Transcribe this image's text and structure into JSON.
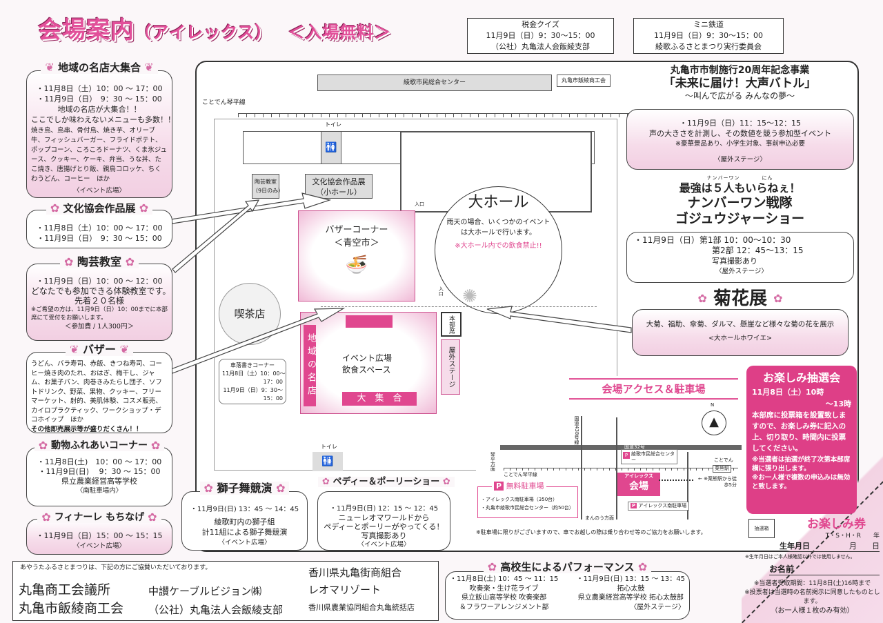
{
  "title": {
    "main": "会場案内",
    "sub": "（アイレックス）",
    "free": "＜入場無料＞"
  },
  "top_boxes": [
    {
      "title": "税金クイズ",
      "time": "11月9日（日）9：30～15：00",
      "org": "（公社）丸亀法人会飯綾支部"
    },
    {
      "title": "ミニ鉄道",
      "time": "11月9日（日）9：30～15：00",
      "org": "綾歌ふるさとまつり実行委員会"
    }
  ],
  "left": {
    "meiten": {
      "title": "地域の名店大集合",
      "lines": [
        "・11月8日（土）10：00 ～ 17：00",
        "・11月9日（日）　9：30 ～ 15：00",
        "地域の名店が大集合！！",
        "ここでしか味わえないメニューも多数！！"
      ],
      "menu": "焼き鳥、鳥串、骨付鳥、焼き芋、オリーブ牛、フィッシュバーガー、フライドポテト、ポップコーン、ころころドーナツ、くま氷ジュース、クッキー、ケーキ、弁当、うな丼、たこ焼き、唐揚げとり飯、親鳥コロッケ、ちくわうどん、コーヒー　ほか",
      "place": "〈イベント広場〉"
    },
    "bunka": {
      "title": "文化協会作品展",
      "lines": [
        "・11月8日（土）10：00 ～ 17：00",
        "・11月9日（日）　9：30 ～ 15：00"
      ]
    },
    "tougei": {
      "title": "陶芸教室",
      "lines": [
        "・11月9日（日）10：00 ～ 12：00",
        "どなたでも参加できる体験教室です。",
        "先着２０名様"
      ],
      "note": "※ご希望の方は、11月9日（日）10：00までに本部席にて受付をお願いします。",
      "fee": "＜参加費 / 1人300円＞"
    },
    "bazaar": {
      "title": "バザー",
      "text": "うどん、バラ寿司、赤飯、きつね寿司、コーヒー焼き肉のたれ、おはぎ、梅干し、ジャム、お菓子パン、肉巻きみたらし団子、ソフトドリンク、野菜、果物、クッキー、フリーマーケット、射的、美肌体験、コスメ販売、カイロプラクティック、ワークショップ・デコホイップ　ほか",
      "bold": "その他即売展示等が盛りだくさん！！"
    },
    "animal": {
      "title": "動物ふれあいコーナー",
      "lines": [
        "・11月8日(土)　10：00 ～ 17：00",
        "・11月9日(日)　 9：30 ～ 15：00",
        "県立農業経営高等学校"
      ],
      "place": "〈南駐車場内〉"
    },
    "finale": {
      "title": "フィナーレ もちなげ",
      "lines": [
        "・11月9日（日）15：00 ～ 15：15"
      ],
      "place": "〈イベント広場〉"
    }
  },
  "map": {
    "center": "綾歌市民総合センター",
    "shokokai": "丸亀市飯綾商工会",
    "rail": "ことでん琴平線",
    "toilet": "トイレ",
    "tougei_room": [
      "陶芸教室",
      "（9日のみ）"
    ],
    "bunka_room": [
      "文化協会作品展",
      "（小ホール）"
    ],
    "entrance": "入口",
    "hall": "大ホール",
    "hall_text": "雨天の場合、いくつかのイベントは大ホールで行います。",
    "hall_warn": "※大ホール内での飲食禁止!!",
    "bazaar": [
      "バザーコーナー",
      "＜青空市＞"
    ],
    "kissa": "喫茶店",
    "rakugaki": {
      "title": "車落書きコーナー",
      "lines": [
        "11月8日（土）10：00～",
        "17：00",
        "11月9日（日）9：30～",
        "15：00"
      ]
    },
    "event": [
      "イベント広場",
      "飲食スペース"
    ],
    "meiten_v": "地域の名店",
    "daishugo": "大　集　合",
    "honbu": "本部席",
    "stage": "屋外ステージ"
  },
  "right": {
    "oogoe": {
      "pre": "丸亀市市制施行20周年記念事業",
      "title": "「未来に届け！大声バトル」",
      "sub": "～叫んで広がる みんなの夢～",
      "lines": [
        "・11月9日（日）11：15～12：15",
        "声の大きさを計測し、その数値を競う参加型イベント",
        "※豪華景品あり、小学生対象、事前申込必要"
      ],
      "place": "〈屋外ステージ〉"
    },
    "gojuu": {
      "ruby1": "ナンバーワン",
      "ruby2": "にん",
      "catch": "最強は５人もいらねぇ！",
      "title1": "ナンバーワン戦隊",
      "title2": "ゴジュウジャーショー",
      "lines": [
        "・11月9日（日）第1部 10：00～10：30",
        "第2部 12：45～13：15",
        "写真撮影あり"
      ],
      "place": "〈屋外ステージ〉"
    },
    "kiku": {
      "title": "菊花展",
      "text": "大菊、福助、傘菊、ダルマ、懸崖など様々な菊の花を展示",
      "place": "<大ホールホワイエ>"
    }
  },
  "access": {
    "title": "会場アクセス＆駐車場",
    "north": "N",
    "route438": "国道438号線",
    "route32": "国道32号",
    "kotohira": "琴平方面",
    "manno": "まんのう方面",
    "rail": "ことでん琴平線",
    "kotoden": "ことでん",
    "station": "栗熊駅",
    "civic": "綾歌市民総合センター",
    "venue_sub": "アイレックス",
    "venue": "会場",
    "south_parking": "アイレックス南駐車場",
    "walk": "← ※栗熊駅から徒歩5分",
    "parking_title": "無料駐車場",
    "parking": [
      "・アイレックス南駐車場（350台）",
      "・丸亀市綾歌市民総合センター（約50台）"
    ],
    "note": "※駐車場に限りがございますので、車でお越しの際は乗り合わせ等のご協力をお願いします。"
  },
  "shishi": {
    "title": "獅子舞競演",
    "time": "・11月9日(日) 13：45 ～ 14：45",
    "lines": [
      "綾歌町内の獅子組",
      "計11組による獅子舞競演"
    ],
    "place": "〈イベント広場〉"
  },
  "peddy": {
    "title1": "ペディー＆",
    "title2": "ポーリーショー",
    "time": "・11月9日(日) 12：15 ～ 12：45",
    "lines": [
      "ニューレオマワールドから",
      "ペディーとポーリーがやってくる！",
      "写真撮影あり"
    ],
    "place": "〈イベント広場〉"
  },
  "lottery": {
    "title": "お楽しみ抽選会",
    "time1": "11月8日（土）10時",
    "time2": "～13時",
    "text": "本部席に投票箱を設置致しますので、お楽しみ券に記入の上、切り取り、時間内に投票してください。",
    "note1": "※当選者は抽選が終了次第本部席横に張り出します。",
    "note2": "※お一人様で複数の申込みは無効と致します。",
    "box": "抽選箱"
  },
  "ticket": {
    "title": "お楽しみ券",
    "era": "T・S・H・R　　年",
    "birth": "生年月日",
    "md": "月　　日",
    "privacy": "※生年月日はご本人様確認以外では使用しません。",
    "name": "お名前",
    "period": "※当選者受取期間：11月8日(土)16時まで",
    "consent": "※投票者は当選時の名前掲示に同意したものとします。",
    "limit": "（お一人様１枚のみ有効）"
  },
  "performance": {
    "title": "高校生によるパフォーマンス",
    "col1": [
      "・11月8日(土) 10：45 ～ 11：15",
      "吹奏楽・生け花ライブ",
      "県立飯山高等学校 吹奏楽部",
      "＆フラワーアレンジメント部"
    ],
    "col2": [
      "・11月9日(日) 13：15 ～ 13：45",
      "拓心太鼓",
      "県立農業経営高等学校 拓心太鼓部",
      "〈屋外ステージ〉"
    ]
  },
  "sponsors": {
    "intro": "あやうたふるさとまつりは、下記の方にご協賛いただいております。",
    "names": [
      "丸亀商工会議所",
      "丸亀市飯綾商工会",
      "中讃ケーブルビジョン㈱",
      "（公社）丸亀法人会飯綾支部",
      "香川県丸亀街商組合",
      "レオマリゾート",
      "香川県農業協同組合丸亀統括店"
    ]
  },
  "colors": {
    "accent": "#e0478f",
    "light": "#f5d9e8"
  }
}
